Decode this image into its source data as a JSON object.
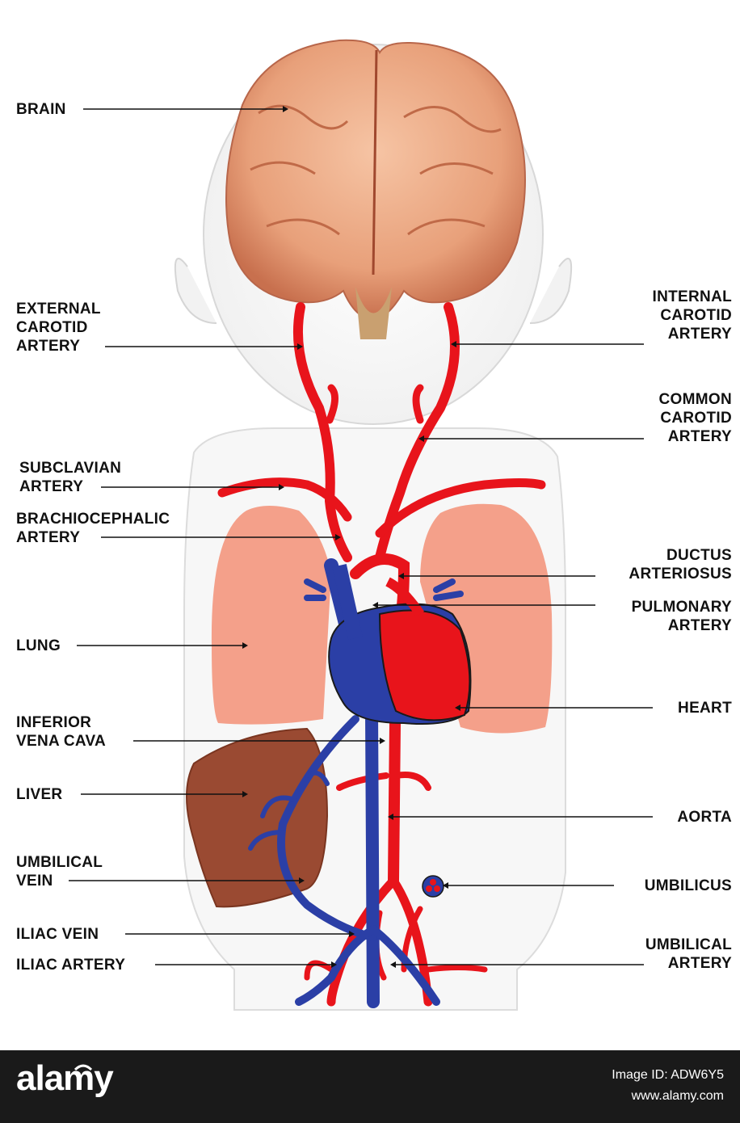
{
  "labels": {
    "brain": [
      "BRAIN"
    ],
    "external_carotid": [
      "EXTERNAL",
      "CAROTID",
      "ARTERY"
    ],
    "subclavian": [
      "SUBCLAVIAN",
      "ARTERY"
    ],
    "brachiocephalic": [
      "BRACHIOCEPHALIC",
      "ARTERY"
    ],
    "lung": [
      "LUNG"
    ],
    "inferior_vena_cava": [
      "INFERIOR",
      "VENA CAVA"
    ],
    "liver": [
      "LIVER"
    ],
    "umbilical_vein": [
      "UMBILICAL",
      "VEIN"
    ],
    "iliac_vein": [
      "ILIAC VEIN"
    ],
    "iliac_artery": [
      "ILIAC ARTERY"
    ],
    "internal_carotid": [
      "INTERNAL",
      "CAROTID",
      "ARTERY"
    ],
    "common_carotid": [
      "COMMON",
      "CAROTID",
      "ARTERY"
    ],
    "ductus_arteriosus": [
      "DUCTUS",
      "ARTERIOSUS"
    ],
    "pulmonary_artery": [
      "PULMONARY",
      "ARTERY"
    ],
    "heart": [
      "HEART"
    ],
    "aorta": [
      "AORTA"
    ],
    "umbilicus": [
      "UMBILICUS"
    ],
    "umbilical_artery": [
      "UMBILICAL",
      "ARTERY"
    ]
  },
  "footer": {
    "brand": "alamy",
    "image_id": "Image ID: ADW6Y5",
    "url": "www.alamy.com"
  },
  "colors": {
    "artery": "#e8141b",
    "vein": "#2b3fa6",
    "lung": "#f4a08a",
    "liver": "#9a4a32",
    "brain": "#e9a07a",
    "body_outline": "#cfcfcf",
    "footer_bg": "#1a1a1a"
  }
}
